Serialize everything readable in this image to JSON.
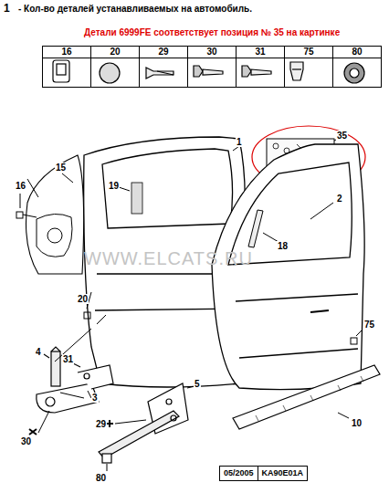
{
  "diagram": {
    "nodes": [
      {
        "text": [
          "16"
        ]
      },
      {
        "text": [
          "20"
        ]
      },
      {
        "text": [
          "29"
        ]
      },
      {
        "text": [
          "30"
        ]
      },
      {
        "text": [
          "31"
        ]
      },
      {
        "text": [
          "75"
        ]
      },
      {
        "text": [
          "80"
        ]
      },
      {
        "text": [
          "05/2005",
          "KA90E01A"
        ]
      }
    ],
    "labels": [
      "1",
      "- Кол-во деталей устанавливаемых на автомобиль.",
      "Детали 6999FE соответствует позиция № 35 на картинке",
      "35",
      "1",
      "19",
      "15",
      "16",
      "18",
      "2",
      "20",
      "4",
      "31",
      "3",
      "75",
      "29",
      "5",
      "30",
      "10",
      "80",
      "WWW.ELCATS.RU"
    ]
  }
}
